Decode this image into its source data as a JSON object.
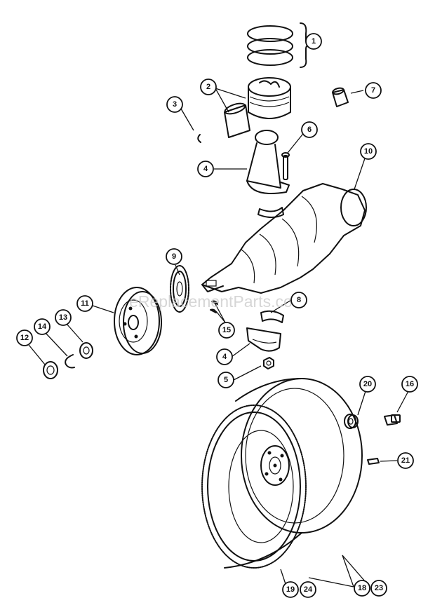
{
  "watermark": "eReplacementParts.com",
  "callouts": {
    "c1": "1",
    "c2": "2",
    "c3": "3",
    "c4a": "4",
    "c4b": "4",
    "c5": "5",
    "c6": "6",
    "c7": "7",
    "c8": "8",
    "c9": "9",
    "c10": "10",
    "c11": "11",
    "c12": "12",
    "c13": "13",
    "c14": "14",
    "c15": "15",
    "c16": "16",
    "c18": "18",
    "c19": "19",
    "c20": "20",
    "c21": "21",
    "c23": "23",
    "c24": "24"
  }
}
